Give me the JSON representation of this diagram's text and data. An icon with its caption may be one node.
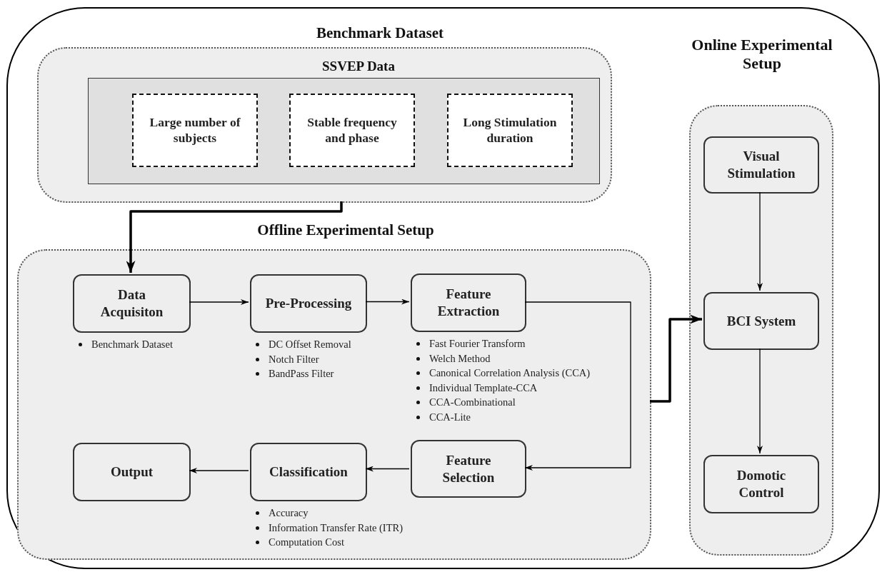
{
  "diagram": {
    "nodes": [
      {
        "text": [],
        "shape": "box"
      },
      {
        "text": [
          "Benchmark Dataset"
        ],
        "in": 0
      },
      {
        "text": [
          "SSVEP Data"
        ],
        "in": 1
      },
      {
        "text": [
          "Large number of subjects"
        ],
        "in": 2
      },
      {
        "text": [
          "Stable frequency and phase"
        ],
        "in": 2
      },
      {
        "text": [
          "Long Stimulation duration"
        ],
        "in": 2
      },
      {
        "text": [
          "Offline Experimental Setup"
        ],
        "in": 0
      },
      {
        "text": [
          "Data Acquisiton"
        ],
        "in": 6,
        "beside": [
          "Benchmark Dataset"
        ]
      },
      {
        "text": [
          "Pre-Processing"
        ],
        "in": 6,
        "beside": [
          "DC Offset Removal",
          "Notch Filter",
          "BandPass Filter"
        ]
      },
      {
        "text": [
          "Feature Extraction"
        ],
        "in": 6,
        "beside": [
          "Fast Fourier Transform",
          "Welch Method",
          "Canonical Correlation Analysis (CCA)",
          "Individual Template-CCA",
          "CCA-Combinational",
          "CCA-Lite"
        ]
      },
      {
        "text": [
          "Output"
        ],
        "in": 6
      },
      {
        "text": [
          "Classification"
        ],
        "in": 6,
        "beside": [
          "Accuracy",
          "Information Transfer Rate (ITR)",
          "Computation Cost"
        ]
      },
      {
        "text": [
          "Feature Selection"
        ],
        "in": 6
      },
      {
        "text": [
          "Online Experimental Setup"
        ],
        "in": 0
      },
      {
        "text": [
          "Visual Stimulation"
        ],
        "in": 13
      },
      {
        "text": [
          "BCI System"
        ],
        "in": 13
      },
      {
        "text": [
          "Domotic Control"
        ],
        "in": 13
      }
    ],
    "edges": [
      {
        "from": 1,
        "to": 7,
        "arrow": "to",
        "style": "thick"
      },
      {
        "from": 7,
        "to": 8,
        "arrow": "to"
      },
      {
        "from": 8,
        "to": 9,
        "arrow": "to"
      },
      {
        "from": 9,
        "to": 12,
        "arrow": "to"
      },
      {
        "from": 12,
        "to": 11,
        "arrow": "to"
      },
      {
        "from": 11,
        "to": 10,
        "arrow": "to"
      },
      {
        "from": 6,
        "to": 15,
        "arrow": "to",
        "style": "thick"
      },
      {
        "from": 14,
        "to": 15,
        "arrow": "to"
      },
      {
        "from": 15,
        "to": 16,
        "arrow": "to"
      }
    ]
  }
}
